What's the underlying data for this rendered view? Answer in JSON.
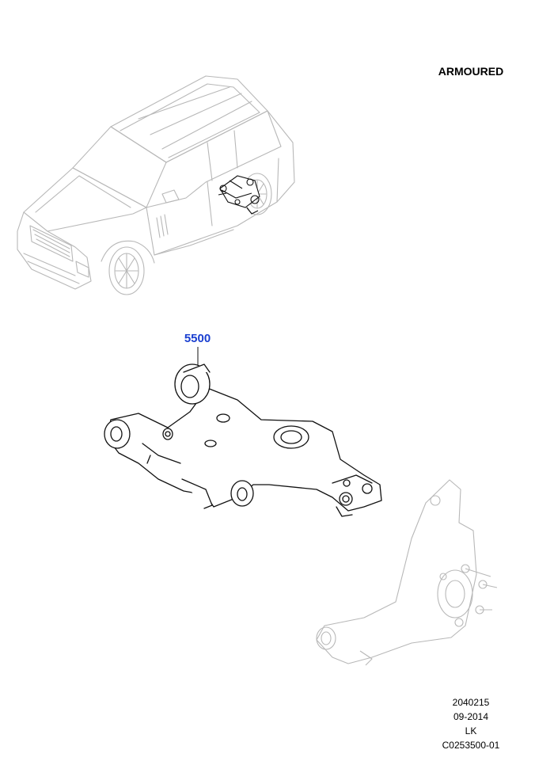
{
  "header": {
    "variant_label": "ARMOURED"
  },
  "callout": {
    "part_number": "5500",
    "color": "#1a3fd0"
  },
  "footer": {
    "code": "2040215",
    "date": "09-2014",
    "initials": "LK",
    "drawing_id": "C0253500-01"
  },
  "colors": {
    "ghost": "#b8b8b8",
    "main_line": "#111111"
  }
}
